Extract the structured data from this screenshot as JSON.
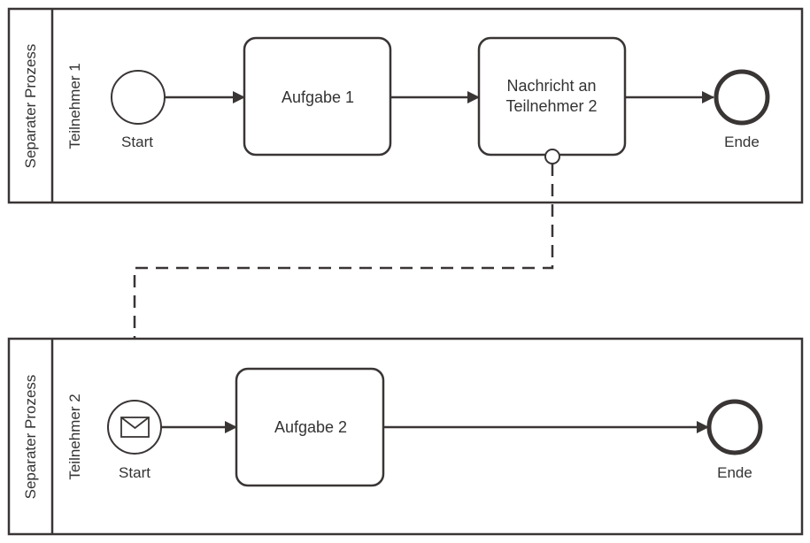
{
  "pools": [
    {
      "pool_label": "Separater Prozess",
      "lane_label": "Teilnehmer 1",
      "start_label": "Start",
      "task1_label": "Aufgabe 1",
      "task2_label_line1": "Nachricht an",
      "task2_label_line2": "Teilnehmer 2",
      "end_label": "Ende"
    },
    {
      "pool_label": "Separater Prozess",
      "lane_label": "Teilnehmer 2",
      "start_label": "Start",
      "task_label": "Aufgabe 2",
      "end_label": "Ende"
    }
  ],
  "start_event_icon": "envelope-icon",
  "colors": {
    "stroke": "#3a3535",
    "text": "#333333",
    "fill": "#ffffff"
  }
}
